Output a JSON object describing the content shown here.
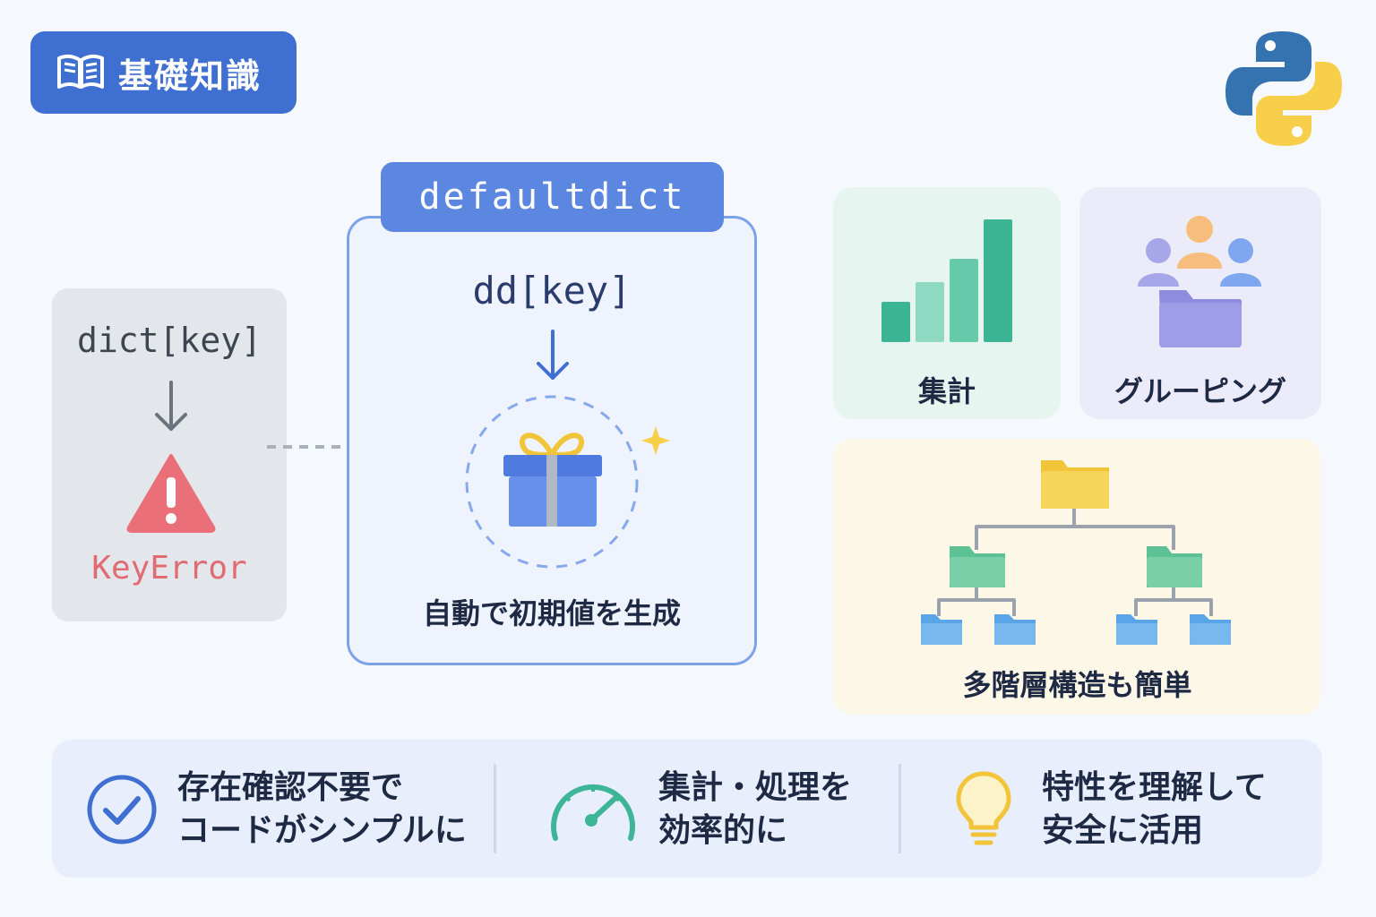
{
  "header": {
    "title": "基礎知識",
    "icon": "open-book-icon"
  },
  "logo": {
    "icon": "python-logo-icon"
  },
  "dict_card": {
    "code": "dict[key]",
    "error": "KeyError",
    "icon": "warning-icon"
  },
  "defaultdict_card": {
    "tab": "defaultdict",
    "code": "dd[key]",
    "caption": "自動で初期値を生成",
    "icon": "gift-icon"
  },
  "features": [
    {
      "label": "集計",
      "icon": "bar-chart-icon"
    },
    {
      "label": "グルーピング",
      "icon": "group-folder-icon"
    },
    {
      "label": "多階層構造も簡単",
      "icon": "folder-tree-icon"
    }
  ],
  "benefits": [
    {
      "line1": "存在確認不要で",
      "line2": "コードがシンプルに",
      "icon": "check-circle-icon"
    },
    {
      "line1": "集計・処理を",
      "line2": "効率的に",
      "icon": "speedometer-icon"
    },
    {
      "line1": "特性を理解して",
      "line2": "安全に活用",
      "icon": "lightbulb-icon"
    }
  ],
  "colors": {
    "primary": "#3f6fd1",
    "accent": "#5b87e0",
    "error": "#e06b73",
    "green": "#4dbf9e",
    "yellow": "#f7cf4a"
  }
}
